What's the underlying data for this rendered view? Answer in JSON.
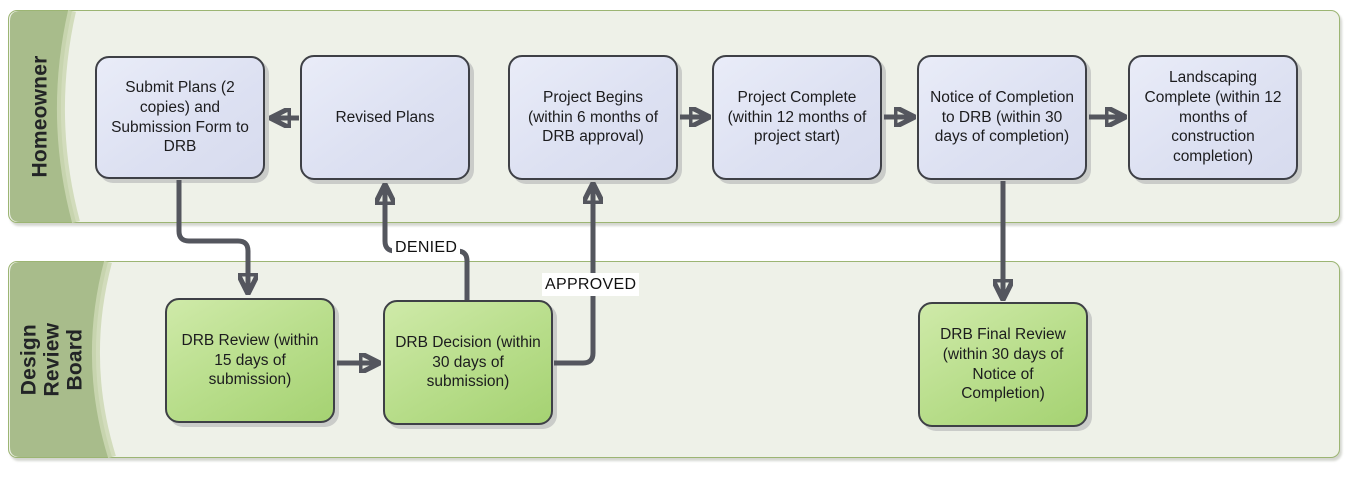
{
  "diagram": {
    "type": "swimlane-flowchart",
    "lanes": [
      {
        "label": "Homeowner",
        "boxes": [
          {
            "id": "submit-plans",
            "label": "Submit Plans (2 copies) and Submission Form to DRB"
          },
          {
            "id": "revised-plans",
            "label": "Revised Plans"
          },
          {
            "id": "project-begins",
            "label": "Project Begins (within 6 months of DRB approval)"
          },
          {
            "id": "project-complete",
            "label": "Project Complete (within 12 months of project start)"
          },
          {
            "id": "notice-of-completion",
            "label": "Notice of Completion to DRB (within 30 days of completion)"
          },
          {
            "id": "landscaping-complete",
            "label": "Landscaping Complete (within 12 months of construction completion)"
          }
        ]
      },
      {
        "label": "Design Review Board",
        "boxes": [
          {
            "id": "drb-review",
            "label": "DRB Review (within 15 days of submission)"
          },
          {
            "id": "drb-decision",
            "label": "DRB Decision (within 30 days of submission)"
          },
          {
            "id": "drb-final-review",
            "label": "DRB Final Review (within 30 days of Notice of Completion)"
          }
        ]
      }
    ],
    "edge_labels": {
      "denied": "DENIED",
      "approved": "APPROVED"
    },
    "flows": [
      "Revised Plans -> Submit Plans",
      "Submit Plans -> DRB Review",
      "DRB Review -> DRB Decision",
      "DRB Decision -DENIED-> Revised Plans",
      "DRB Decision -APPROVED-> Project Begins",
      "Project Begins -> Project Complete",
      "Project Complete -> Notice of Completion",
      "Notice of Completion -> Landscaping Complete",
      "Notice of Completion -> DRB Final Review"
    ],
    "colors": {
      "lane_band_green": "#a8bc8b",
      "lane_band_trail": "#ccd8b4",
      "lane_body": "#eef1e8",
      "lane_border": "#9cb573",
      "homeowner_box_fill": "#dde1f2",
      "drb_box_fill": "#b9de8c",
      "box_border": "#3e4046",
      "arrow": "#54565e",
      "edge_label_bg": "#ffffff",
      "text": "#1c1c1e"
    }
  }
}
